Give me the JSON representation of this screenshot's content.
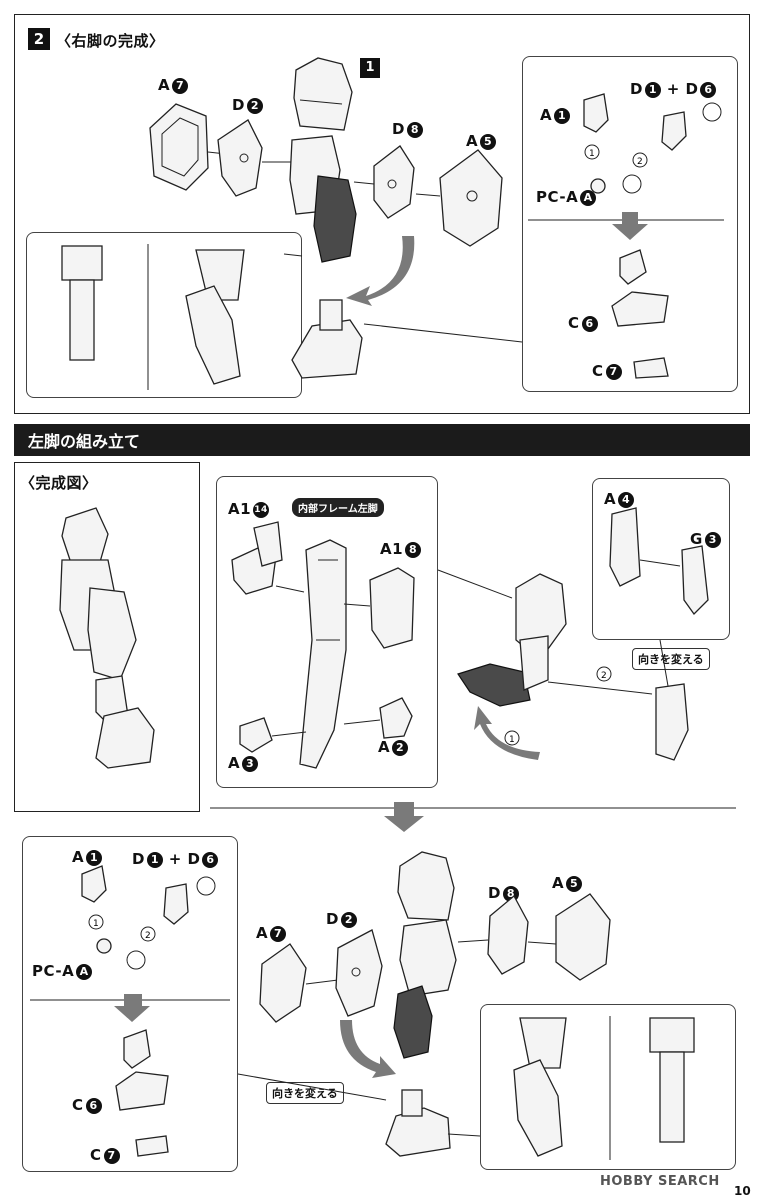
{
  "section1": {
    "step_num": "2",
    "title": "〈右脚の完成〉",
    "sub_step": "1"
  },
  "section2": {
    "header": "左脚の組み立て",
    "complete_label": "〈完成図〉"
  },
  "labels": {
    "a": "A",
    "d": "D",
    "c": "C",
    "g": "G",
    "pca": "PC-A",
    "plus": "+",
    "a1": "A1",
    "n1": "1",
    "n2": "2",
    "n3": "3",
    "n4": "4",
    "n5": "5",
    "n6": "6",
    "n7": "7",
    "n8": "8",
    "n14": "14",
    "n18": "8",
    "excl": "!",
    "nA": "A"
  },
  "annotations": {
    "inner_frame_left_leg": "内部フレーム左脚",
    "change_direction": "向きを変える",
    "circle1": "1",
    "circle2": "2"
  },
  "watermark": "HOBBY SEARCH",
  "page_number": "10",
  "colors": {
    "dark_part": "#4a4a4a",
    "header_bg": "#1b1b1b",
    "arrow_gray": "#7a7a7a"
  }
}
